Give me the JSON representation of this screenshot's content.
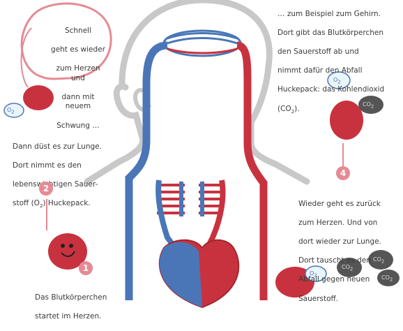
{
  "texts": {
    "quick_line1": "Schnell",
    "quick_line2": "geht es wieder",
    "quick_line3": "zum Herzen und",
    "quick_line4": "dann mit neuem",
    "quick_line5": "Schwung …",
    "brain_line1": "… zum Beispiel zum Gehirn.",
    "brain_line2": "Dort gibt das Blutkörperchen",
    "brain_line3": "den Sauerstoff ab und",
    "brain_line4": "nimmt dafür den Abfall",
    "brain_line5": "Huckepack: das Kohlendioxid",
    "brain_line6_pre": "(CO",
    "brain_line6_sub": "2",
    "brain_line6_post": ").",
    "lung_line1": "Dann düst es zur Lunge.",
    "lung_line2": "Dort nimmt es den",
    "lung_line3": "lebenswichtigen Sauer-",
    "lung_line4_pre": "stoff (O",
    "lung_line4_sub": "2",
    "lung_line4_post": ") Huckepack.",
    "back_line1": "Wieder geht es zurück",
    "back_line2": "zum Herzen. Und von",
    "back_line3": "dort wieder zur Lunge.",
    "back_line4": "Dort tauscht es den",
    "back_line5": "Abfall gegen neuen",
    "back_line6": "Sauerstoff.",
    "start_line1": "Das Blutkörperchen",
    "start_line2": "startet im Herzen."
  },
  "steps": {
    "one": "1",
    "two": "2",
    "four": "4"
  },
  "bubbles": {
    "o2": "O₂",
    "co2": "CO₂",
    "co2_pre": "CO",
    "co2_sub": "2",
    "o2_pre": "O",
    "o2_sub": "2"
  },
  "colors": {
    "blood_red": "#c8323f",
    "vein_blue": "#4a76b8",
    "step_pink": "#e58a95",
    "outline_grey": "#c8c8c8",
    "co2_bubble": "#555555"
  }
}
